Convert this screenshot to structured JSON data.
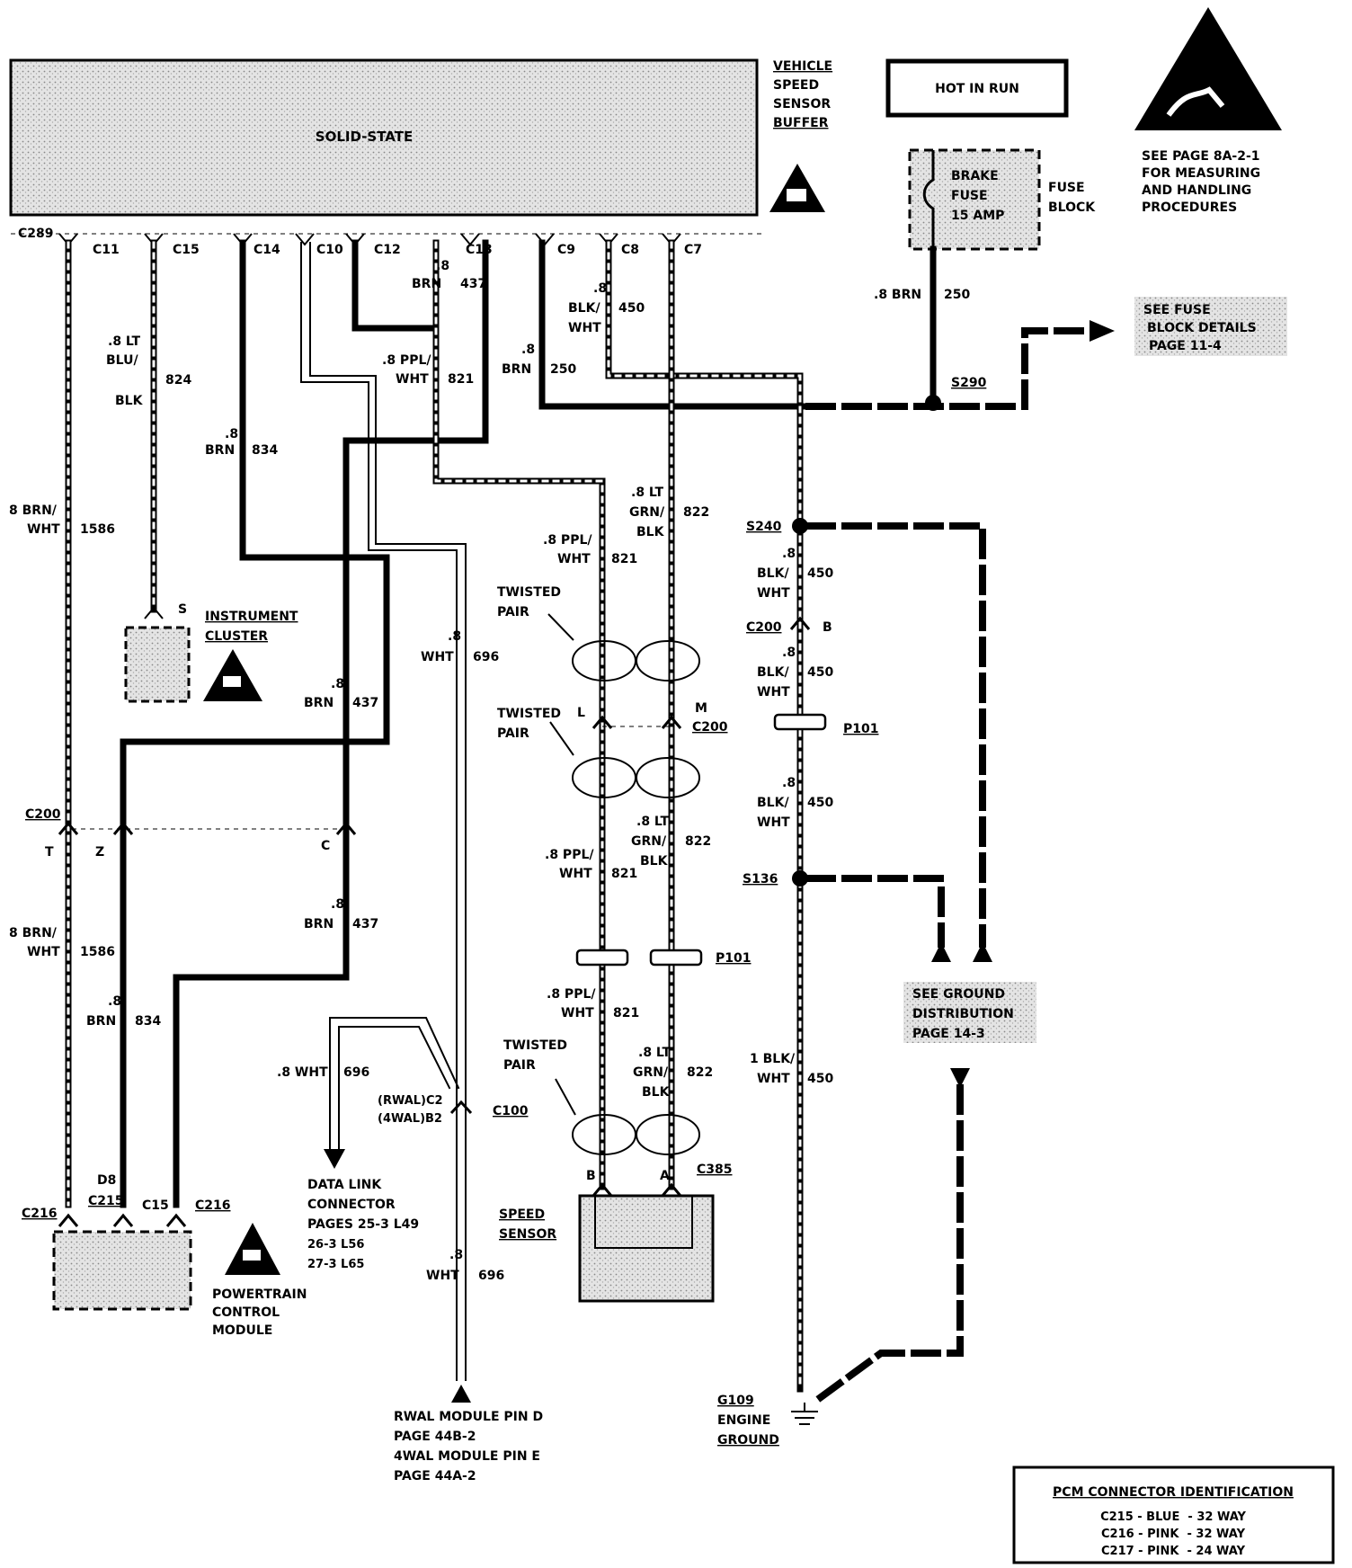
{
  "buffer": {
    "title_lines": [
      "VEHICLE",
      "SPEED",
      "SENSOR",
      "BUFFER"
    ],
    "body": "SOLID-STATE"
  },
  "hot_in_run": "HOT IN RUN",
  "fuse": {
    "lines": [
      "BRAKE",
      "FUSE",
      "15 AMP"
    ],
    "block_lines": [
      "FUSE",
      "BLOCK"
    ]
  },
  "esd_note_lines": [
    "SEE PAGE 8A-2-1",
    "FOR MEASURING",
    "AND HANDLING",
    "PROCEDURES"
  ],
  "fuse_block_details_lines": [
    "SEE FUSE",
    "BLOCK DETAILS",
    "PAGE 11-4"
  ],
  "buffer_pins": [
    "C289",
    "C11",
    "C15",
    "C14",
    "C10",
    "C12",
    "C13",
    "C9",
    "C8",
    "C7"
  ],
  "splices": {
    "s290": "S290",
    "s240": "S240",
    "s136": "S136"
  },
  "wires": {
    "w1586": [
      "8 BRN/",
      "WHT",
      "1586"
    ],
    "w824": [
      ".8 LT",
      "BLU/",
      "BLK",
      "824"
    ],
    "w834": [
      ".8",
      "BRN",
      "834"
    ],
    "w437_top": [
      ".8",
      "BRN",
      "437"
    ],
    "w821": [
      ".8 PPL/",
      "WHT",
      "821"
    ],
    "w250": [
      ".8",
      "BRN",
      "250"
    ],
    "w450": [
      ".8",
      "BLK/",
      "WHT",
      "450"
    ],
    "w822": [
      ".8 LT",
      "GRN/",
      "BLK",
      "822"
    ],
    "w696": [
      ".8",
      "WHT",
      "696"
    ],
    "fuse_feed": [
      ".8 BRN",
      "250"
    ],
    "dlc_wire": [
      ".8 WHT",
      "696"
    ],
    "ground_wire": [
      "1 BLK/",
      "WHT",
      "450"
    ]
  },
  "cluster": {
    "lines": [
      "INSTRUMENT",
      "CLUSTER"
    ],
    "pin": "S"
  },
  "twisted_pair_lines": [
    "TWISTED",
    "PAIR"
  ],
  "c200": {
    "label": "C200",
    "pins": [
      "T",
      "Z",
      "C",
      "L",
      "M",
      "B"
    ]
  },
  "p101": "P101",
  "c100": {
    "label": "C100",
    "pins": [
      "(RWAL)C2",
      "(4WAL)B2"
    ]
  },
  "c385": {
    "label": "C385",
    "pins": [
      "B",
      "A"
    ]
  },
  "speed_sensor_lines": [
    "SPEED",
    "SENSOR"
  ],
  "pcm": {
    "connectors": [
      "C216",
      "D8",
      "C215",
      "C15",
      "C216"
    ],
    "lines": [
      "POWERTRAIN",
      "CONTROL",
      "MODULE"
    ]
  },
  "dlc": [
    "DATA LINK",
    "CONNECTOR",
    "PAGES 25-3 L49",
    "26-3 L56",
    "27-3 L65"
  ],
  "rwal_lines": [
    "RWAL MODULE PIN D",
    "PAGE 44B-2",
    "4WAL MODULE PIN E",
    "PAGE 44A-2"
  ],
  "ground_dist_lines": [
    "SEE GROUND",
    "DISTRIBUTION",
    "PAGE 14-3"
  ],
  "ground_lines": [
    "G109",
    "ENGINE",
    "GROUND"
  ],
  "legend": {
    "title": "PCM CONNECTOR IDENTIFICATION",
    "rows": [
      "C215 - BLUE  - 32 WAY",
      "C216 - PINK  - 32 WAY",
      "C217 - PINK  - 24 WAY"
    ]
  }
}
